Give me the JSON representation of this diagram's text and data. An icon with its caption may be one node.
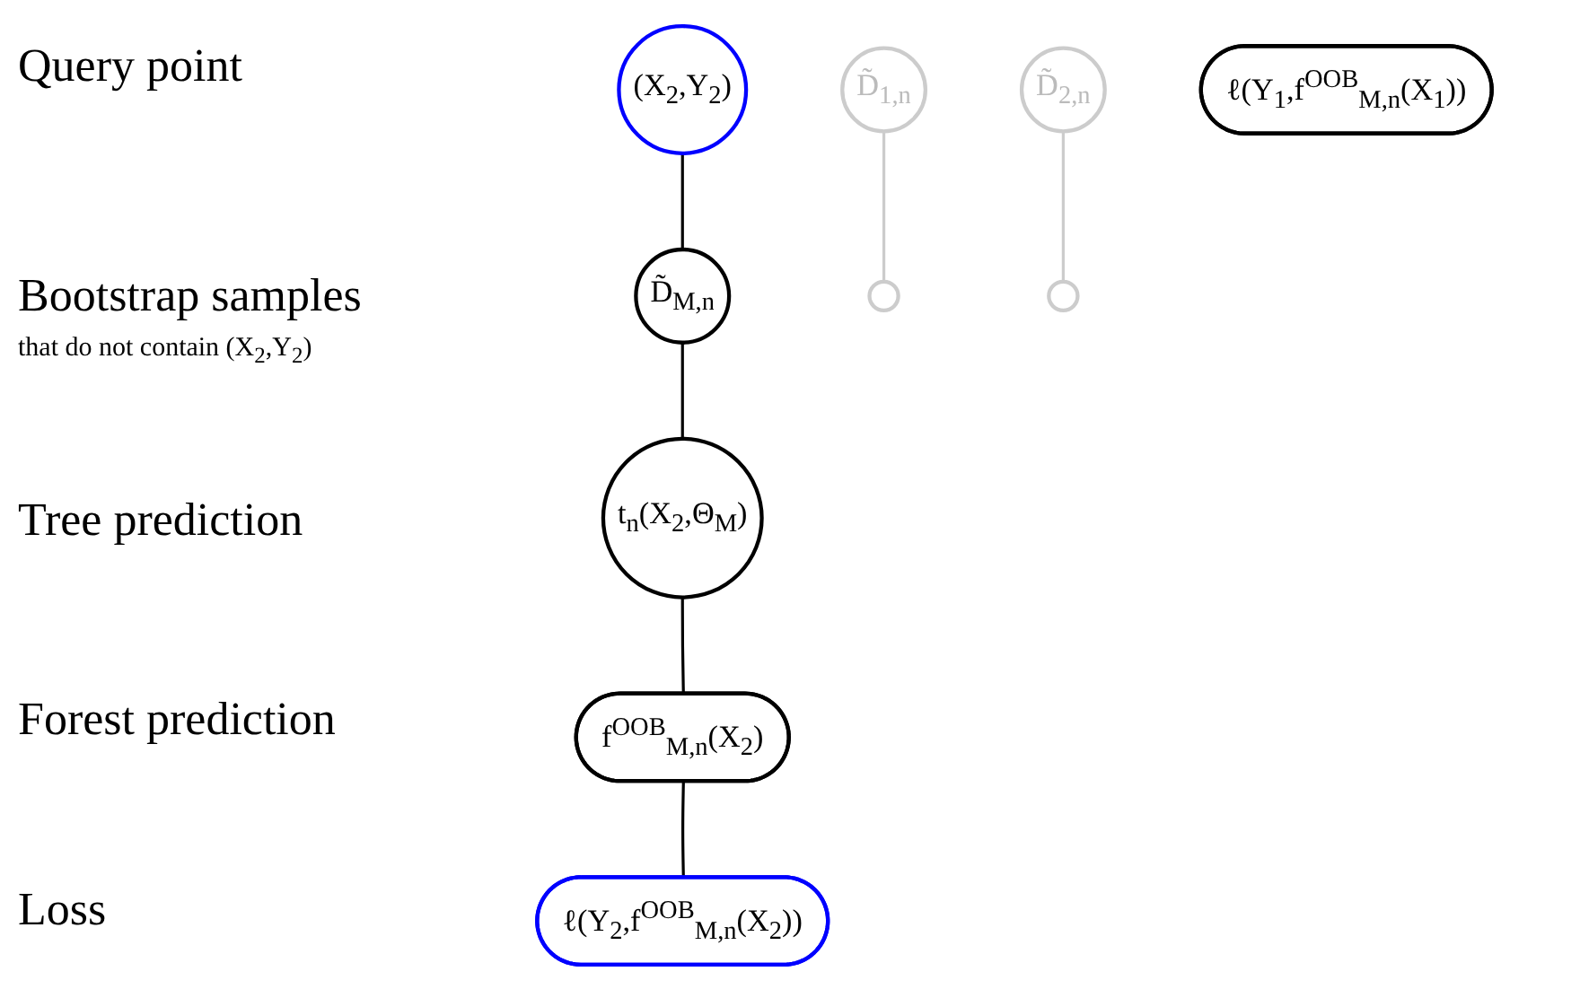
{
  "diagram": {
    "nodes": [
      {
        "text": [
          "(X$_{2}$,Y$_{2}$)"
        ]
      },
      {
        "text": [
          "D̃$_{1,n}$"
        ]
      },
      {
        "text": [
          "D̃$_{2,n}$"
        ]
      },
      {
        "text": [
          "D̃$_{M,n}$"
        ]
      },
      {
        "text": [],
        "shape": "circle"
      },
      {
        "text": [],
        "shape": "circle"
      },
      {
        "text": [
          "t$_{n}$(X$_{2}$,Θ$_{M}$)"
        ]
      },
      {
        "text": [
          "f$^{OOB}$$_{M,n}$(X$_{2}$)"
        ]
      },
      {
        "text": [
          "ℓ(Y$_{1}$,f$^{OOB}$$_{M,n}$(X$_{1}$))"
        ]
      },
      {
        "text": [
          "ℓ(Y$_{2}$,f$^{OOB}$$_{M,n}$(X$_{2}$))"
        ]
      }
    ],
    "edges": [
      {
        "from": 0,
        "to": 3,
        "arrow": "none"
      },
      {
        "from": 1,
        "to": 4,
        "arrow": "none",
        "color": "#cccccc"
      },
      {
        "from": 2,
        "to": 5,
        "arrow": "none",
        "color": "#cccccc"
      },
      {
        "from": 3,
        "to": 6,
        "arrow": "none"
      },
      {
        "from": 6,
        "to": 7,
        "arrow": "none"
      },
      {
        "from": 7,
        "to": 9,
        "arrow": "none"
      }
    ],
    "labels": [
      "Query point",
      "Bootstrap samples",
      "that do not contain (X$_{2}$,Y$_{2}$)",
      "Tree prediction",
      "Forest prediction",
      "Loss"
    ]
  }
}
